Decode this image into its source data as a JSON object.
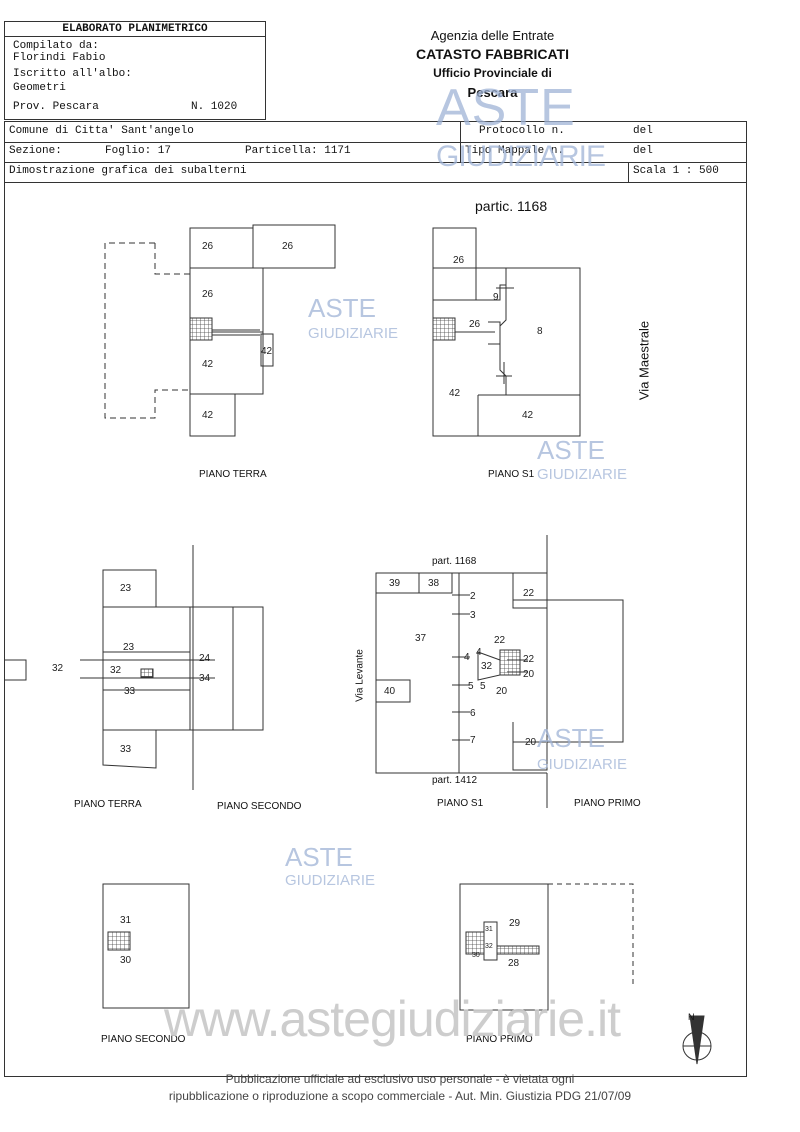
{
  "header": {
    "title": "ELABORATO PLANIMETRICO",
    "compilato_label": "Compilato da:",
    "compilato_name": "Florindi Fabio",
    "iscritto_label": "Iscritto all'albo:",
    "iscritto_value": "Geometri",
    "prov": "Prov. Pescara",
    "numero": "N. 1020"
  },
  "agency": {
    "line1": "Agenzia delle Entrate",
    "line2": "CATASTO FABBRICATI",
    "line3": "Ufficio Provinciale di",
    "line4": "Pescara"
  },
  "info": {
    "comune": "Comune di Citta' Sant'angelo",
    "sezione": "Sezione:",
    "foglio": "Foglio: 17",
    "particella": "Particella: 1171",
    "protocollo": "Protocollo n.",
    "del1": "del",
    "tipo_mappale": "Tipo Mappale n.",
    "del2": "del",
    "dimostrazione": "Dimostrazione grafica dei subalterni",
    "scala": "Scala 1 : 500"
  },
  "plans": {
    "partic_top": "partic. 1168",
    "via_maestrale": "Via Maestrale",
    "via_levante": "Via Levante",
    "part_1168": "part. 1168",
    "part_1412": "part. 1412",
    "piano_terra_1": "PIANO TERRA",
    "piano_s1_1": "PIANO S1",
    "piano_terra_2": "PIANO TERRA",
    "piano_secondo_1": "PIANO SECONDO",
    "piano_s1_2": "PIANO S1",
    "piano_primo_1": "PIANO PRIMO",
    "piano_secondo_2": "PIANO SECONDO",
    "piano_primo_2": "PIANO PRIMO",
    "north": "N"
  },
  "watermarks": {
    "aste": "ASTE",
    "giudiziarie": "GIUDIZIARIE",
    "site": "www.astegiudiziarie.it"
  },
  "footer": {
    "line1": "Pubblicazione ufficiale ad esclusivo uso personale - è vietata ogni",
    "line2": "ripubblicazione o riproduzione a scopo commerciale - Aut. Min. Giustizia PDG 21/07/09"
  }
}
